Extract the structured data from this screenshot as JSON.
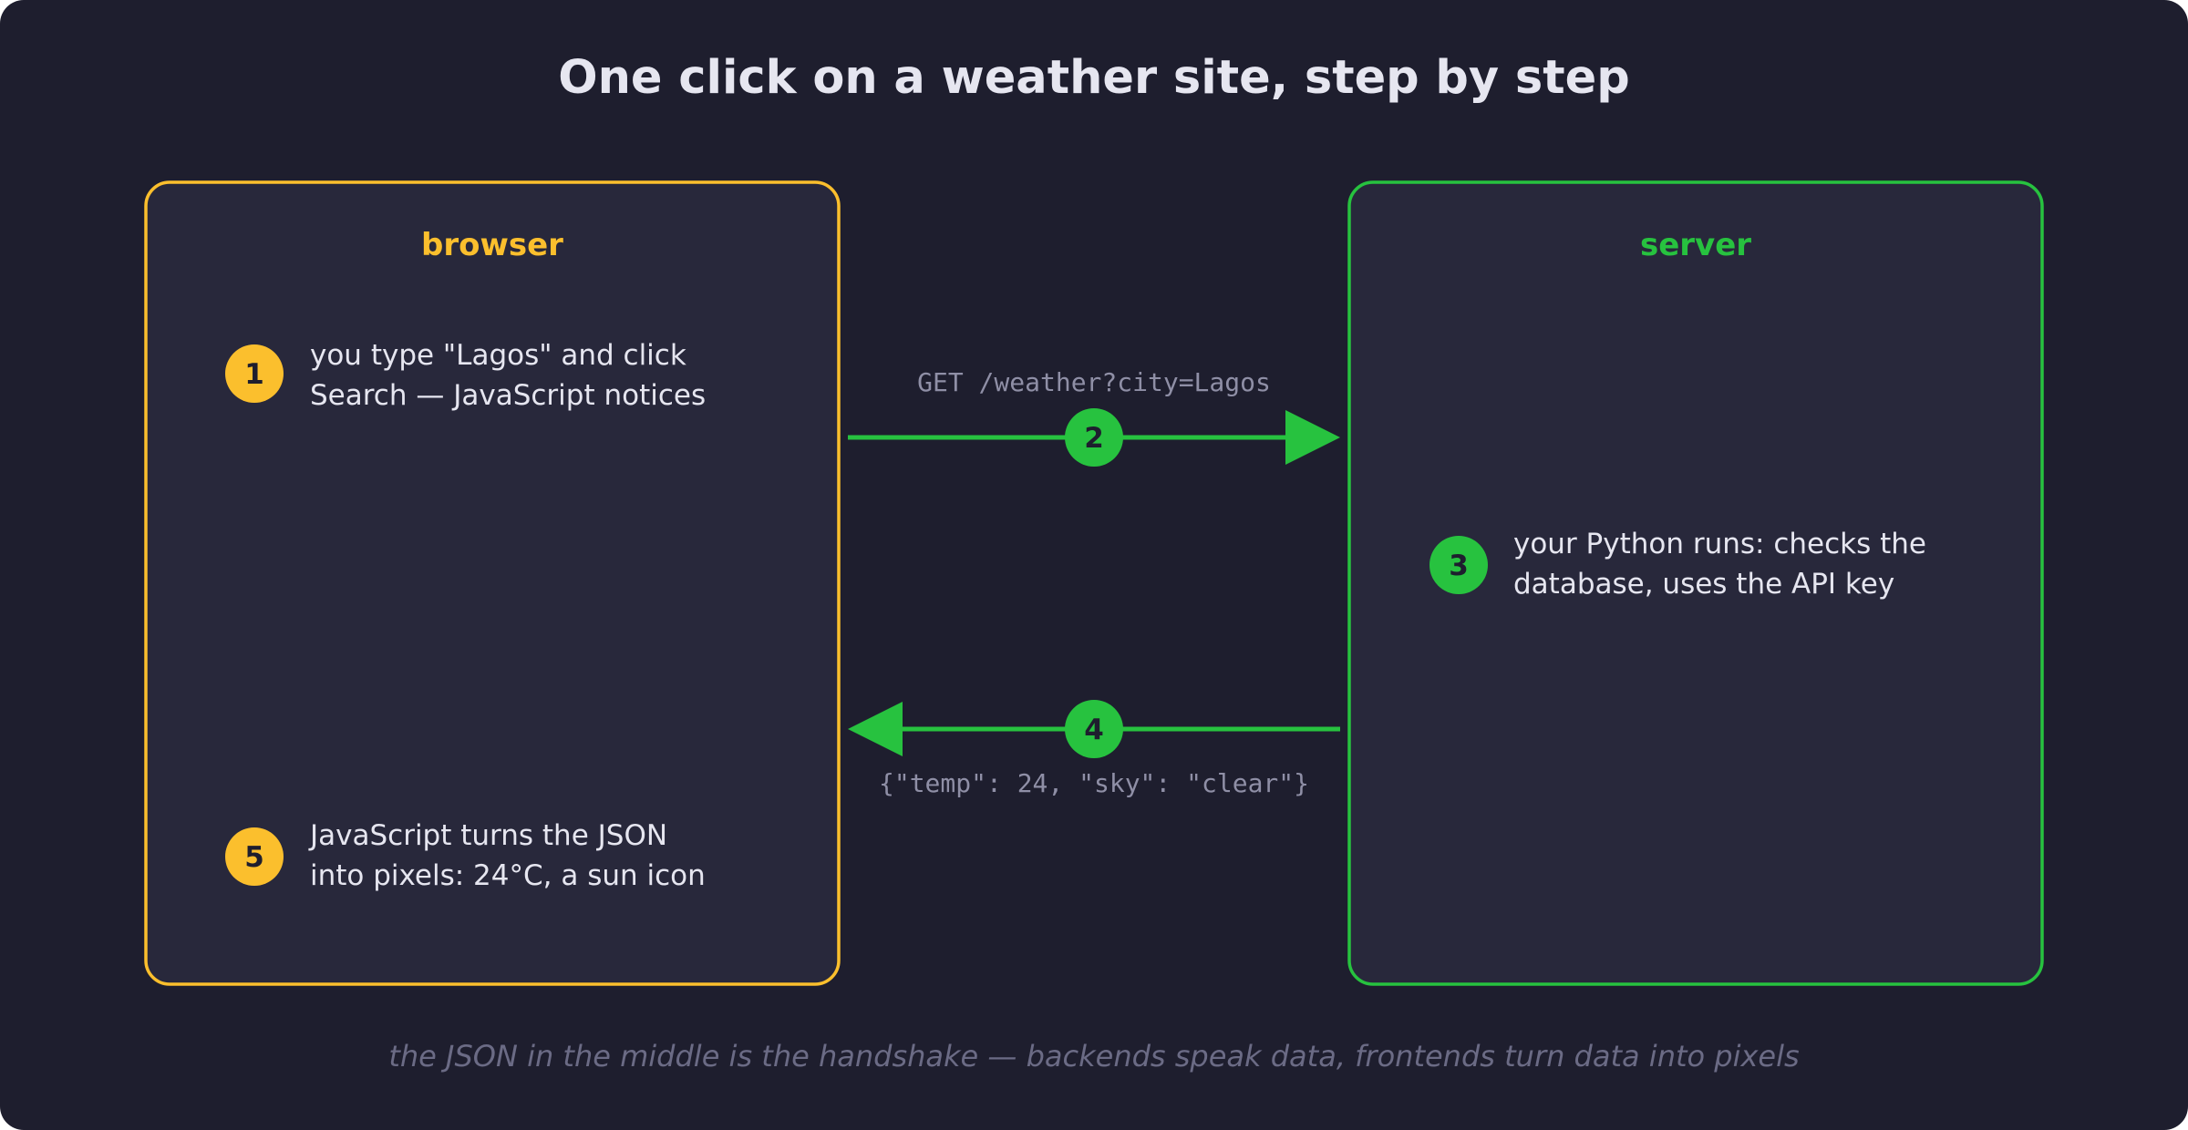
{
  "title": "One click on a weather site, step by step",
  "colors": {
    "background": "#1e1e2e",
    "panel_fill": "#28283b",
    "browser_accent": "#fbbf2d",
    "server_accent": "#27c23f",
    "text": "#e6e6f0",
    "muted_text": "#8f8fa6",
    "footer_text": "#6b6b85"
  },
  "browser": {
    "title": "browser",
    "step1": {
      "number": "1",
      "lines": [
        "you type \"Lagos\" and click",
        "Search — JavaScript notices"
      ]
    },
    "step5": {
      "number": "5",
      "lines": [
        "JavaScript turns the JSON",
        "into pixels: 24°C, a sun icon"
      ]
    }
  },
  "server": {
    "title": "server",
    "step3": {
      "number": "3",
      "lines": [
        "your Python runs: checks the",
        "database, uses the API key"
      ]
    }
  },
  "request": {
    "number": "2",
    "label": "GET /weather?city=Lagos",
    "direction": "browser-to-server"
  },
  "response": {
    "number": "4",
    "label": "{\"temp\": 24, \"sky\": \"clear\"}",
    "direction": "server-to-browser"
  },
  "footer": "the JSON in the middle is the handshake — backends speak data, frontends turn data into pixels"
}
